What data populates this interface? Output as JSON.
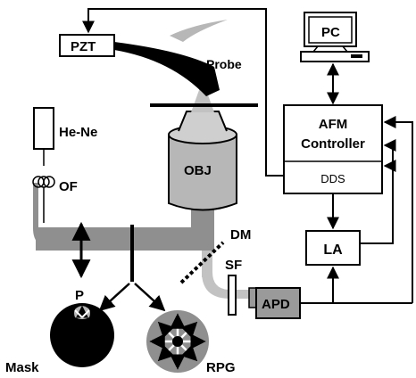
{
  "labels": {
    "pzt": "PZT",
    "probe": "Probe",
    "pc": "PC",
    "afm_controller_line1": "AFM",
    "afm_controller_line2": "Controller",
    "dds": "DDS",
    "he_ne": "He-Ne",
    "of": "OF",
    "obj": "OBJ",
    "dm": "DM",
    "sf": "SF",
    "la": "LA",
    "apd": "APD",
    "p": "P",
    "mask": "Mask",
    "rpg": "RPG"
  },
  "colors": {
    "line": "#000000",
    "beam": "#8f8f8f",
    "beam_light": "#c2c2c2",
    "objective": "#b7b7b7",
    "apd": "#9a9a9a",
    "background": "#ffffff"
  }
}
